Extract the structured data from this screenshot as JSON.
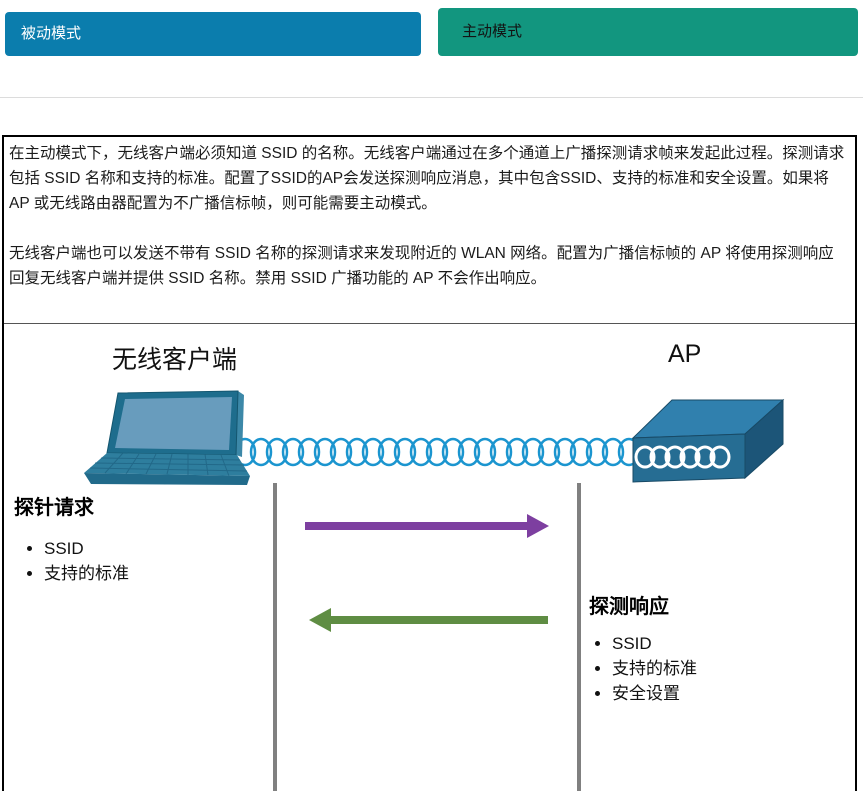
{
  "tabs": [
    {
      "label": "被动模式"
    },
    {
      "label": "主动模式"
    }
  ],
  "article": {
    "paragraph1": "在主动模式下，无线客户端必须知道 SSID 的名称。无线客户端通过在多个通道上广播探测请求帧来发起此过程。探测请求包括 SSID 名称和支持的标准。配置了SSID的AP会发送探测响应消息，其中包含SSID、支持的标准和安全设置。如果将 AP 或无线路由器配置为不广播信标帧，则可能需要主动模式。",
    "paragraph2": "无线客户端也可以发送不带有 SSID 名称的探测请求来发现附近的 WLAN 网络。配置为广播信标帧的 AP 将使用探测响应回复无线客户端并提供 SSID 名称。禁用 SSID 广播功能的 AP 不会作出响应。"
  },
  "diagram": {
    "client_label": "无线客户端",
    "ap_label": "AP",
    "probe_request": {
      "title": "探针请求",
      "items": [
        "SSID",
        "支持的标准"
      ]
    },
    "probe_response": {
      "title": "探测响应",
      "items": [
        "SSID",
        "支持的标准",
        "安全设置"
      ]
    },
    "colors": {
      "passive_tab_bg": "#0b7dad",
      "active_tab_bg": "#12967f",
      "request_arrow": "#7d3fa0",
      "response_arrow": "#5f8d43",
      "radio_wave": "#1b95cf",
      "timeline_gray": "#808080",
      "device_blue": "#2e7dab"
    }
  }
}
